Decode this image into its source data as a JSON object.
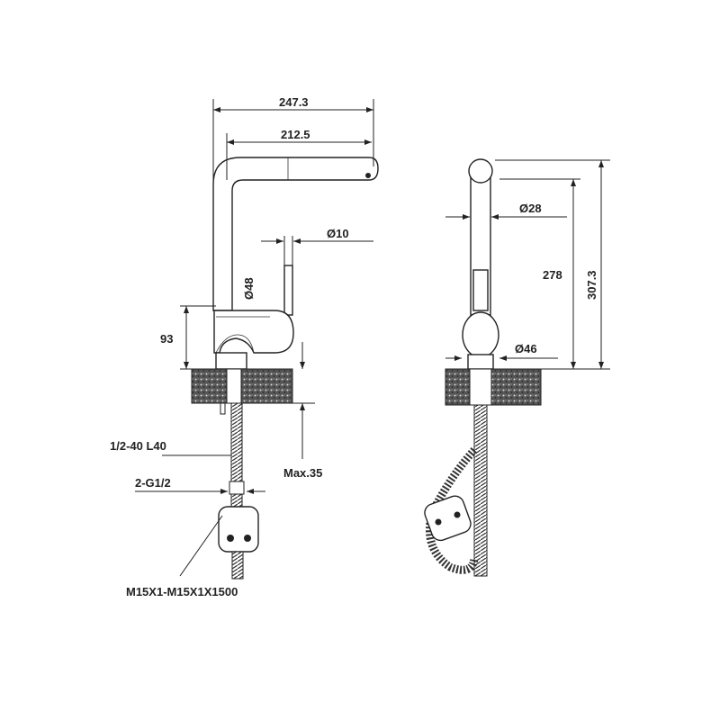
{
  "front_view": {
    "overall_reach": "247.3",
    "spout_reach": "212.5",
    "lever_diameter": "Ø10",
    "spout_diameter": "Ø48",
    "body_height": "93",
    "hose_thread": "1/2-40  L40",
    "max_counter_thickness": "Max.35",
    "connection_thread": "2-G1/2",
    "hose_spec": "M15X1-M15X1X1500"
  },
  "side_view": {
    "tube_diameter": "Ø28",
    "spout_height": "278",
    "overall_height": "307.3",
    "body_diameter": "Ø46"
  },
  "colors": {
    "line": "#222222",
    "counter": "#3a3a3a"
  }
}
